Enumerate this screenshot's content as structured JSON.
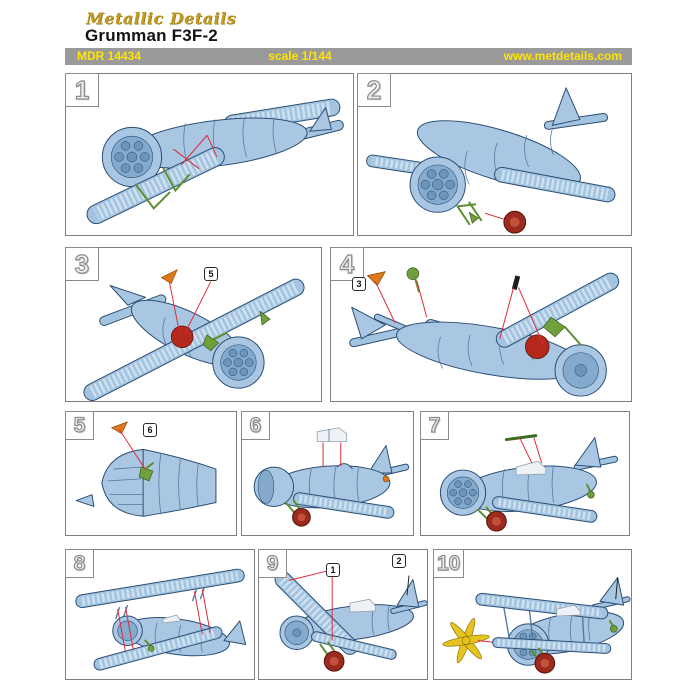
{
  "header": {
    "logo": "Metallic Details",
    "title": "Grumman F3F-2",
    "bar": {
      "code": "MDR 14434",
      "scale": "scale 1/144",
      "website": "www.metdetails.com"
    }
  },
  "colors": {
    "logo_gold": "#C29B26",
    "bar_background": "#9A9A9A",
    "bar_text_yellow": "#FFE400",
    "panel_border_gray": "#7F7F7F",
    "model_blue": "#A9C7E3",
    "model_outline_blue": "#2C4E74",
    "detail_green": "#6FA03C",
    "wheel_dark_red": "#9C2A1E",
    "part_orange": "#E0791C",
    "callout_line_red": "#E02838",
    "propeller_yellow": "#E6C31F"
  },
  "panels": [
    {
      "number": "1",
      "figure": "fuselage with lower wing and green cabane struts, red attachment lines",
      "callouts": []
    },
    {
      "number": "2",
      "figure": "three-quarter view with green landing gear and dark red wheel",
      "callouts": []
    },
    {
      "number": "3",
      "figure": "underside view, orange photo-etch part 5 fitted behind red firewall",
      "callouts": [
        "5"
      ]
    },
    {
      "number": "4",
      "figure": "rear underside view, orange part 3 at tail, green and black parts on wing",
      "callouts": [
        "3"
      ]
    },
    {
      "number": "5",
      "figure": "tail section, orange part 6 attached to green fitting on rudder",
      "callouts": [
        "6"
      ]
    },
    {
      "number": "6",
      "figure": "side view, clear canopy lowered onto fuselage",
      "callouts": []
    },
    {
      "number": "7",
      "figure": "side view, green gun sight fitted ahead of canopy",
      "callouts": []
    },
    {
      "number": "8",
      "figure": "upper wing aligned above fuselage with red guide lines",
      "callouts": []
    },
    {
      "number": "9",
      "figure": "assembled biplane, parts 1 and 2 on upper wing and tail antenna",
      "callouts": [
        "1",
        "2"
      ]
    },
    {
      "number": "10",
      "figure": "finished biplane with yellow propeller being fitted",
      "callouts": []
    }
  ]
}
